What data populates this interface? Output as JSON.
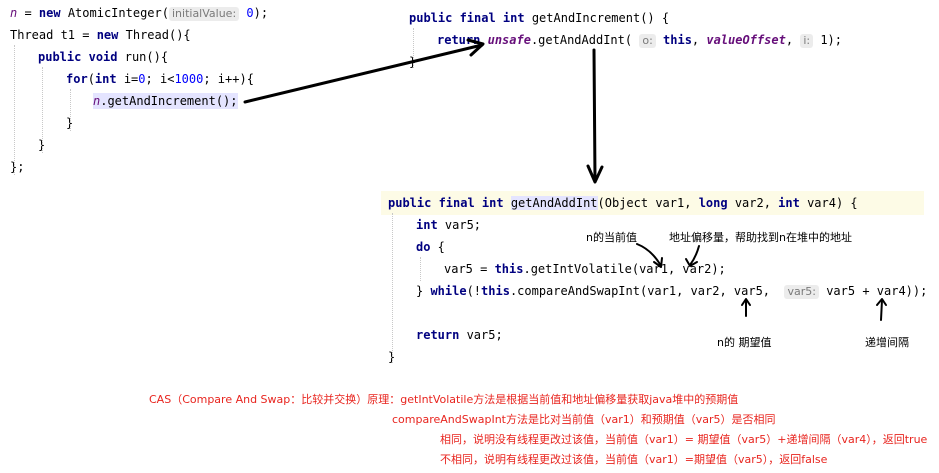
{
  "left_code": {
    "line1": {
      "var": "n",
      "op": " = ",
      "kw_new": "new",
      "cls": " AtomicInteger(",
      "hint": "initialValue:",
      "value": " 0",
      "end": ");"
    },
    "line2": {
      "type": "Thread t1 = ",
      "kw_new": "new",
      "rest": " Thread(){"
    },
    "line3": {
      "kw1": "public",
      "kw2": "void",
      "rest": " run(){"
    },
    "line4": {
      "kw_for": "for",
      "p1": "(",
      "kw_int": "int",
      "p2": " i=",
      "n0": "0",
      "p3": "; i<",
      "n1000": "1000",
      "p4": "; i++){"
    },
    "line5": {
      "var": "n",
      "call": ".getAndIncrement",
      "end": "();"
    },
    "line6": "}",
    "line7": "}",
    "line8": "};"
  },
  "gai_code": {
    "line1": {
      "kw": "public final int",
      "name": " getAndIncrement() {"
    },
    "line2": {
      "kw": "return",
      "fld": "unsafe",
      "call": ".getAndAddInt(",
      "hint1": "o:",
      "kw_this": "this",
      "sep": ", ",
      "fld2": "valueOffset",
      "sep2": ",",
      "hint2": "i:",
      "end": " 1);"
    },
    "line3": "}"
  },
  "gaai_code": {
    "sig": {
      "kw": "public final int",
      "name": "getAndAddInt",
      "p1": "(Object var1, ",
      "kw_long": "long",
      "p2": " var2, ",
      "kw_int": "int",
      "p3": " var4) {"
    },
    "l2": {
      "kw": "int",
      "rest": " var5;"
    },
    "l3": {
      "kw": "do",
      "rest": " {"
    },
    "l4": {
      "pre": "var5 = ",
      "kw": "this",
      "rest": ".getIntVolatile(var1, var2);"
    },
    "l5": {
      "pre": "} ",
      "kw_while": "while",
      "p1": "(!",
      "kw_this": "this",
      "p2": ".compareAndSwapInt(var1, var2, var5,",
      "hint": "var5:",
      "p3": " var5 + var4));"
    },
    "l6": {
      "kw": "return",
      "rest": " var5;"
    },
    "l7": "}"
  },
  "annotations": {
    "current_value": "n的当前值",
    "address_offset": "地址偏移量，帮助找到n在堆中的地址",
    "expected_value": "n的 期望值",
    "increment": "递增间隔"
  },
  "explanation": {
    "line1": "CAS（Compare And Swap：比较并交换）原理：getIntVolatile方法是根据当前值和地址偏移量获取java堆中的预期值",
    "line2": "compareAndSwapInt方法是比对当前值（var1）和预期值（var5）是否相同",
    "line3": "相同，说明没有线程更改过该值，当前值（var1）= 期望值（var5）+递增间隔（var4），返回true",
    "line4": "不相同，说明有线程更改过该值，当前值（var1）=期望值（var5），返回false"
  },
  "colors": {
    "keyword": "#000080",
    "field": "#660e7a",
    "number": "#0000ff",
    "hint_bg": "#ececec",
    "explanation_text": "#e8251f",
    "method_highlight": "#e4e4ff"
  }
}
